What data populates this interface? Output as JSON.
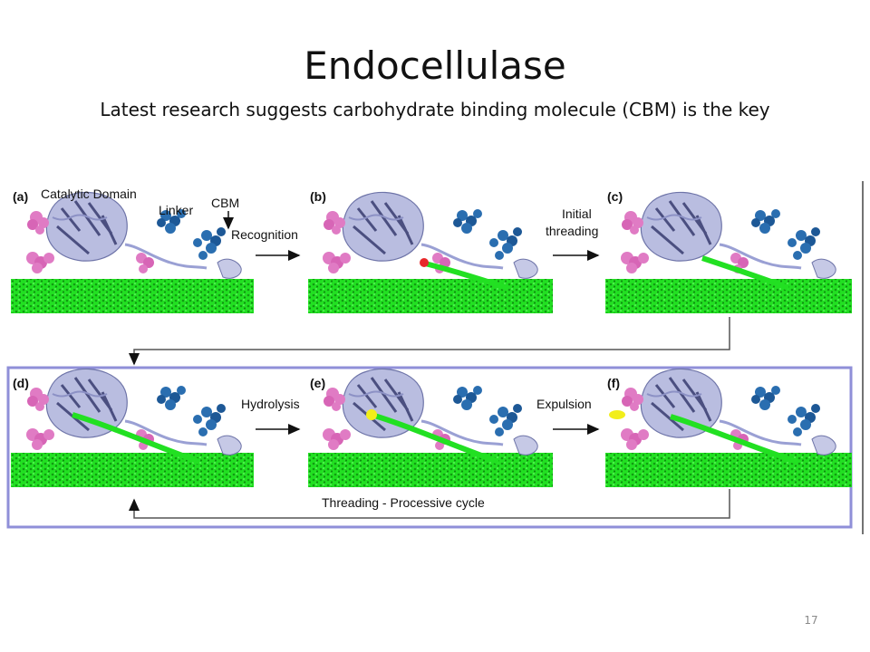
{
  "slide": {
    "title": "Endocellulase",
    "subtitle": "Latest research suggests carbohydrate binding molecule (CBM) is the key",
    "page_number": "17"
  },
  "figure": {
    "panels": [
      {
        "label": "(a)"
      },
      {
        "label": "(b)"
      },
      {
        "label": "(c)"
      },
      {
        "label": "(d)"
      },
      {
        "label": "(e)"
      },
      {
        "label": "(f)"
      }
    ],
    "annotations": {
      "catalytic_domain": "Catalytic Domain",
      "linker": "Linker",
      "cbm": "CBM"
    },
    "steps": {
      "recognition": "Recognition",
      "initial_1": "Initial",
      "initial_2": "threading",
      "hydrolysis": "Hydrolysis",
      "expulsion": "Expulsion",
      "cycle": "Threading - Processive cycle"
    },
    "colors": {
      "cellulose": "#22e022",
      "cellulose_dark": "#119a11",
      "enzyme": "#b9bde0",
      "enzyme_dark": "#6e74a8",
      "cbm": "#2a6eb0",
      "glycans": "#e07bc4",
      "highlight_red": "#e8282a",
      "highlight_yellow": "#f2ee1a",
      "cycle_border": "#8f8fd8"
    }
  }
}
